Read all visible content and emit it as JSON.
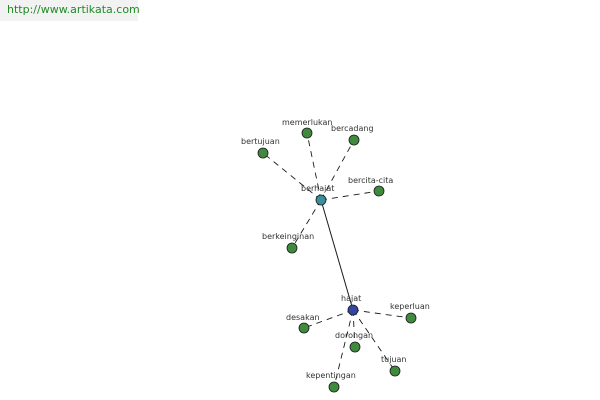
{
  "source": {
    "url_text": "http://www.artikata.com"
  },
  "colors": {
    "leaf_node": "#3f8a3f",
    "hub_node": "#3a8f98",
    "root_node": "#3346a0",
    "edge": "#1a1a1a",
    "link": "#1e8c26"
  },
  "nodes": [
    {
      "id": "berhajat",
      "label": "berhajat",
      "kind": "hub"
    },
    {
      "id": "hajat",
      "label": "hajat",
      "kind": "root"
    },
    {
      "id": "memerlukan",
      "label": "memerlukan",
      "kind": "leaf"
    },
    {
      "id": "bercadang",
      "label": "bercadang",
      "kind": "leaf"
    },
    {
      "id": "bertujuan",
      "label": "bertujuan",
      "kind": "leaf"
    },
    {
      "id": "bercita-cita",
      "label": "bercita-cita",
      "kind": "leaf"
    },
    {
      "id": "berkeinginan",
      "label": "berkeinginan",
      "kind": "leaf"
    },
    {
      "id": "keperluan",
      "label": "keperluan",
      "kind": "leaf"
    },
    {
      "id": "desakan",
      "label": "desakan",
      "kind": "leaf"
    },
    {
      "id": "dorongan",
      "label": "dorongan",
      "kind": "leaf"
    },
    {
      "id": "tujuan",
      "label": "tujuan",
      "kind": "leaf"
    },
    {
      "id": "kepentingan",
      "label": "kepentingan",
      "kind": "leaf"
    }
  ],
  "edges": [
    {
      "from": "berhajat",
      "to": "hajat",
      "style": "solid"
    },
    {
      "from": "berhajat",
      "to": "memerlukan",
      "style": "dashed"
    },
    {
      "from": "berhajat",
      "to": "bercadang",
      "style": "dashed"
    },
    {
      "from": "berhajat",
      "to": "bertujuan",
      "style": "dashed"
    },
    {
      "from": "berhajat",
      "to": "bercita-cita",
      "style": "dashed"
    },
    {
      "from": "berhajat",
      "to": "berkeinginan",
      "style": "dashed"
    },
    {
      "from": "hajat",
      "to": "keperluan",
      "style": "dashed"
    },
    {
      "from": "hajat",
      "to": "desakan",
      "style": "dashed"
    },
    {
      "from": "hajat",
      "to": "dorongan",
      "style": "dashed"
    },
    {
      "from": "hajat",
      "to": "tujuan",
      "style": "dashed"
    },
    {
      "from": "hajat",
      "to": "kepentingan",
      "style": "dashed"
    }
  ]
}
